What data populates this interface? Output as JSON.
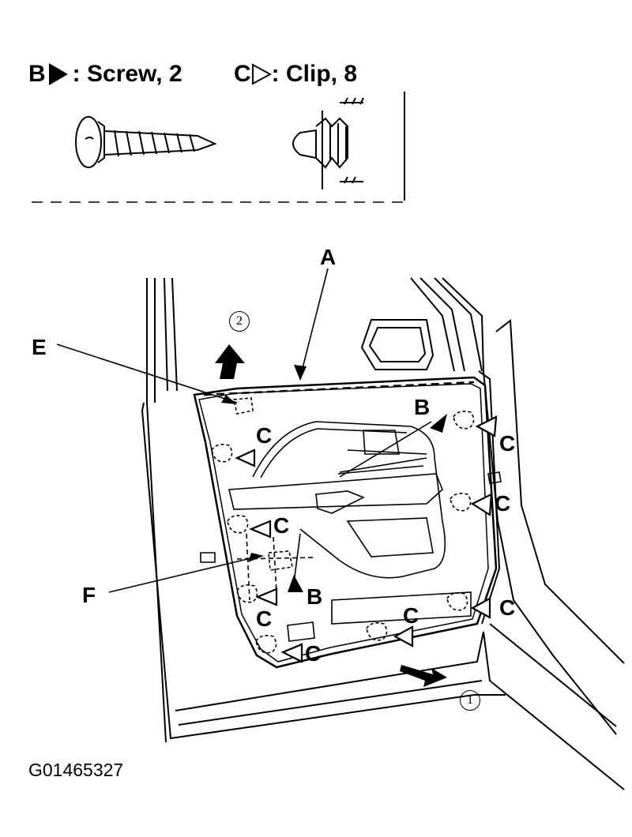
{
  "legend": {
    "screw": {
      "letter": "B",
      "text": ": Screw, 2",
      "icon": "filled-triangle-icon"
    },
    "clip": {
      "letter": "C",
      "text": ": Clip, 8",
      "icon": "open-triangle-icon"
    }
  },
  "callouts": {
    "a": "A",
    "b": "B",
    "c": "C",
    "e": "E",
    "f": "F"
  },
  "steps": {
    "one": "1",
    "two": "2"
  },
  "figure_id": "G01465327"
}
